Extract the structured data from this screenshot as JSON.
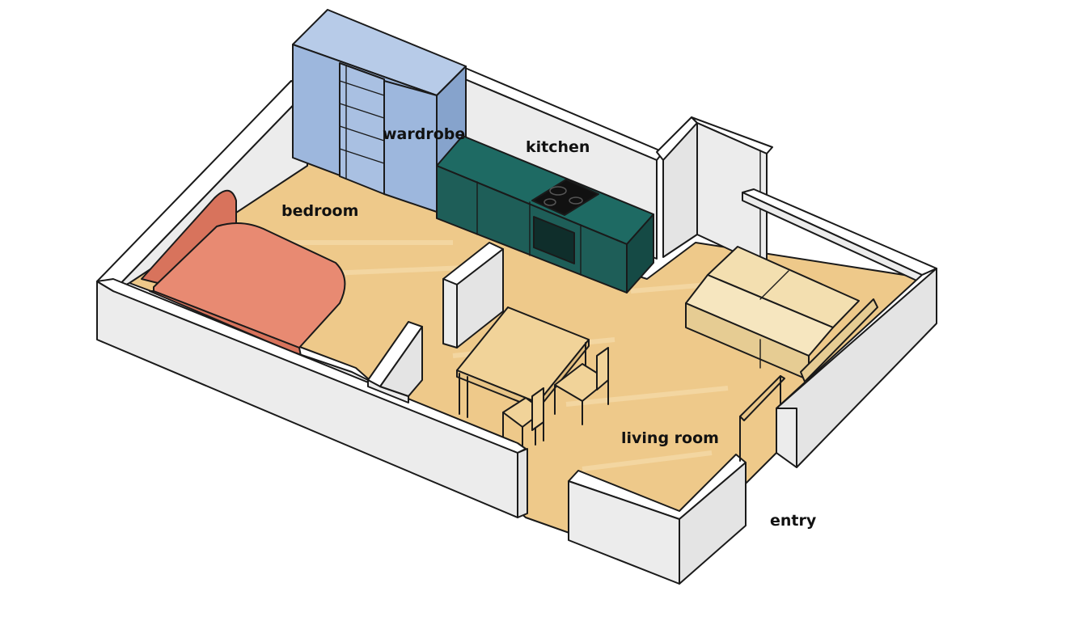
{
  "labels": {
    "wardrobe": "wardrobe",
    "kitchen": "kitchen",
    "bedroom": "bedroom",
    "living_room": "living room",
    "entry": "entry"
  },
  "colors": {
    "floor": "#eec98a",
    "floor_plank": "#f2d29a",
    "wall_top": "#ffffff",
    "wall_face": "#ececec",
    "wall_side": "#e2e2e2",
    "wardrobe": "#9db7dd",
    "wardrobe_dark": "#86a3cc",
    "kitchen": "#1e5e58",
    "kitchen_dark": "#154a45",
    "bed": "#e88a72",
    "bed_dark": "#d8735c",
    "sofa": "#f3dfb0",
    "sofa_dark": "#e6cc93",
    "table": "#f1d399",
    "outline": "#1a1a1a"
  }
}
